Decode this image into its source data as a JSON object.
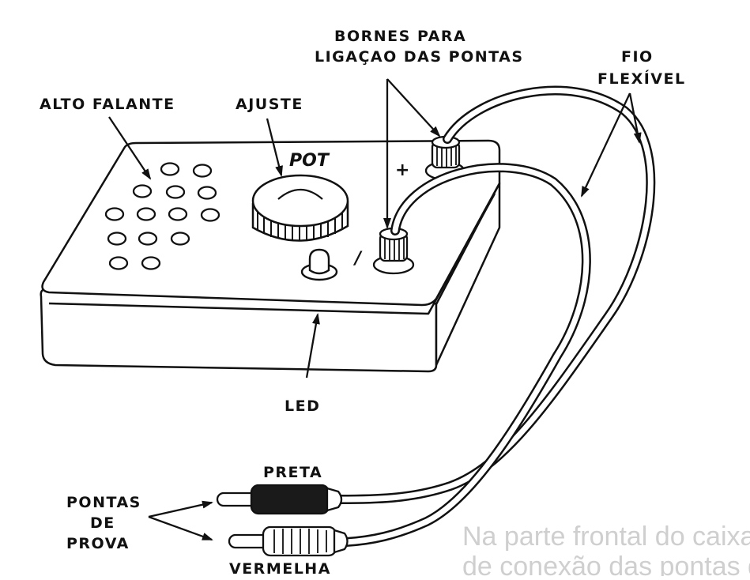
{
  "labels": {
    "speaker": "ALTO FALANTE",
    "adjust": "AJUSTE",
    "pot": "POT",
    "terminals_line1": "BORNES PARA",
    "terminals_line2": "LIGAÇAO DAS PONTAS",
    "wire_line1": "FIO",
    "wire_line2": "FLEXÍVEL",
    "plus": "+",
    "minus": "/",
    "led": "LED",
    "black": "PRETA",
    "probes_line1": "PONTAS",
    "probes_line2": "DE",
    "probes_line3": "PROVA",
    "red": "VERMELHA"
  },
  "background_text": {
    "line1": "Na parte frontal do caixa ficam os bornes",
    "line2": "de conexão das pontas de prova, o alto-"
  },
  "colors": {
    "ink": "#111111",
    "ghost": "#cfcfcf",
    "paper": "#ffffff"
  }
}
